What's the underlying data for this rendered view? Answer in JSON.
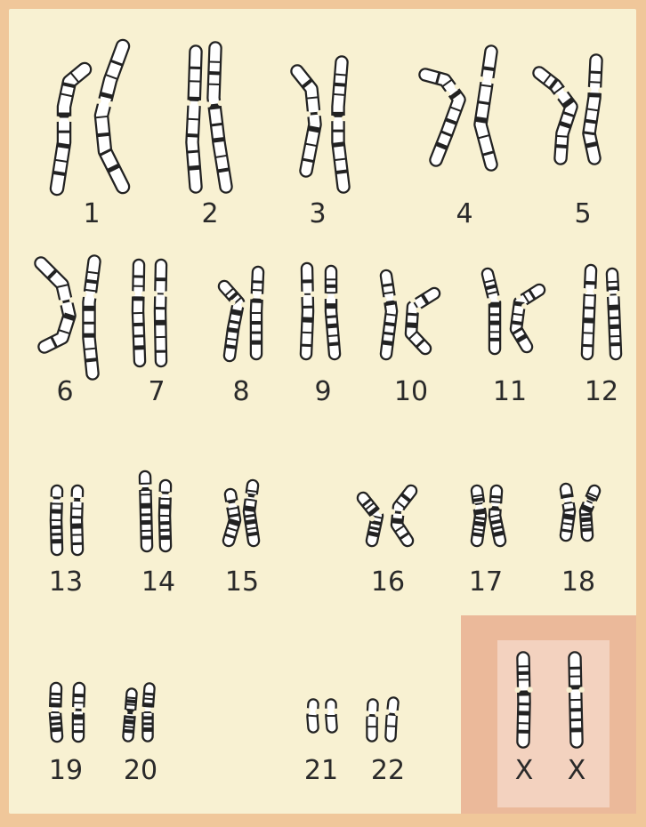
{
  "karyotype": {
    "pairs": [
      {
        "label": "1"
      },
      {
        "label": "2"
      },
      {
        "label": "3"
      },
      {
        "label": "4"
      },
      {
        "label": "5"
      },
      {
        "label": "6"
      },
      {
        "label": "7"
      },
      {
        "label": "8"
      },
      {
        "label": "9"
      },
      {
        "label": "10"
      },
      {
        "label": "11"
      },
      {
        "label": "12"
      },
      {
        "label": "13"
      },
      {
        "label": "14"
      },
      {
        "label": "15"
      },
      {
        "label": "16"
      },
      {
        "label": "17"
      },
      {
        "label": "18"
      },
      {
        "label": "19"
      },
      {
        "label": "20"
      },
      {
        "label": "21"
      },
      {
        "label": "22"
      }
    ],
    "sex_chromosomes": [
      {
        "label": "X"
      },
      {
        "label": "X"
      }
    ]
  },
  "colors": {
    "background": "#f0c79a",
    "panel": "#f8f1d2",
    "sex_box": "#ebb99a",
    "sex_box_inner": "#f3d2bf",
    "ink": "#222222"
  }
}
